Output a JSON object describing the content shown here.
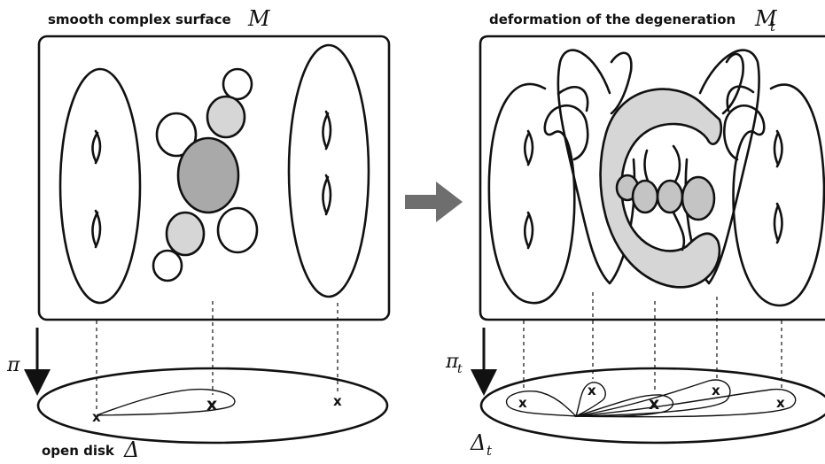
{
  "left": {
    "title": "smooth complex surface",
    "title_sym": "M",
    "map_sym": "π",
    "disk_label": "open disk",
    "disk_sym": "Δ",
    "marks": [
      "x",
      "x",
      "x"
    ]
  },
  "right": {
    "title": "deformation of the degeneration",
    "title_sym": "M",
    "title_sub": "t",
    "map_sym": "π",
    "map_sub": "t",
    "disk_sym": "Δ",
    "disk_sub": "t",
    "marks": [
      "x",
      "x",
      "x",
      "x",
      "x"
    ]
  },
  "colors": {
    "stroke": "#111111",
    "light_gray": "#d6d6d6",
    "mid_gray": "#c4c4c4",
    "dark_gray": "#a9a9a9",
    "arrow_gray": "#6e6e6e"
  }
}
